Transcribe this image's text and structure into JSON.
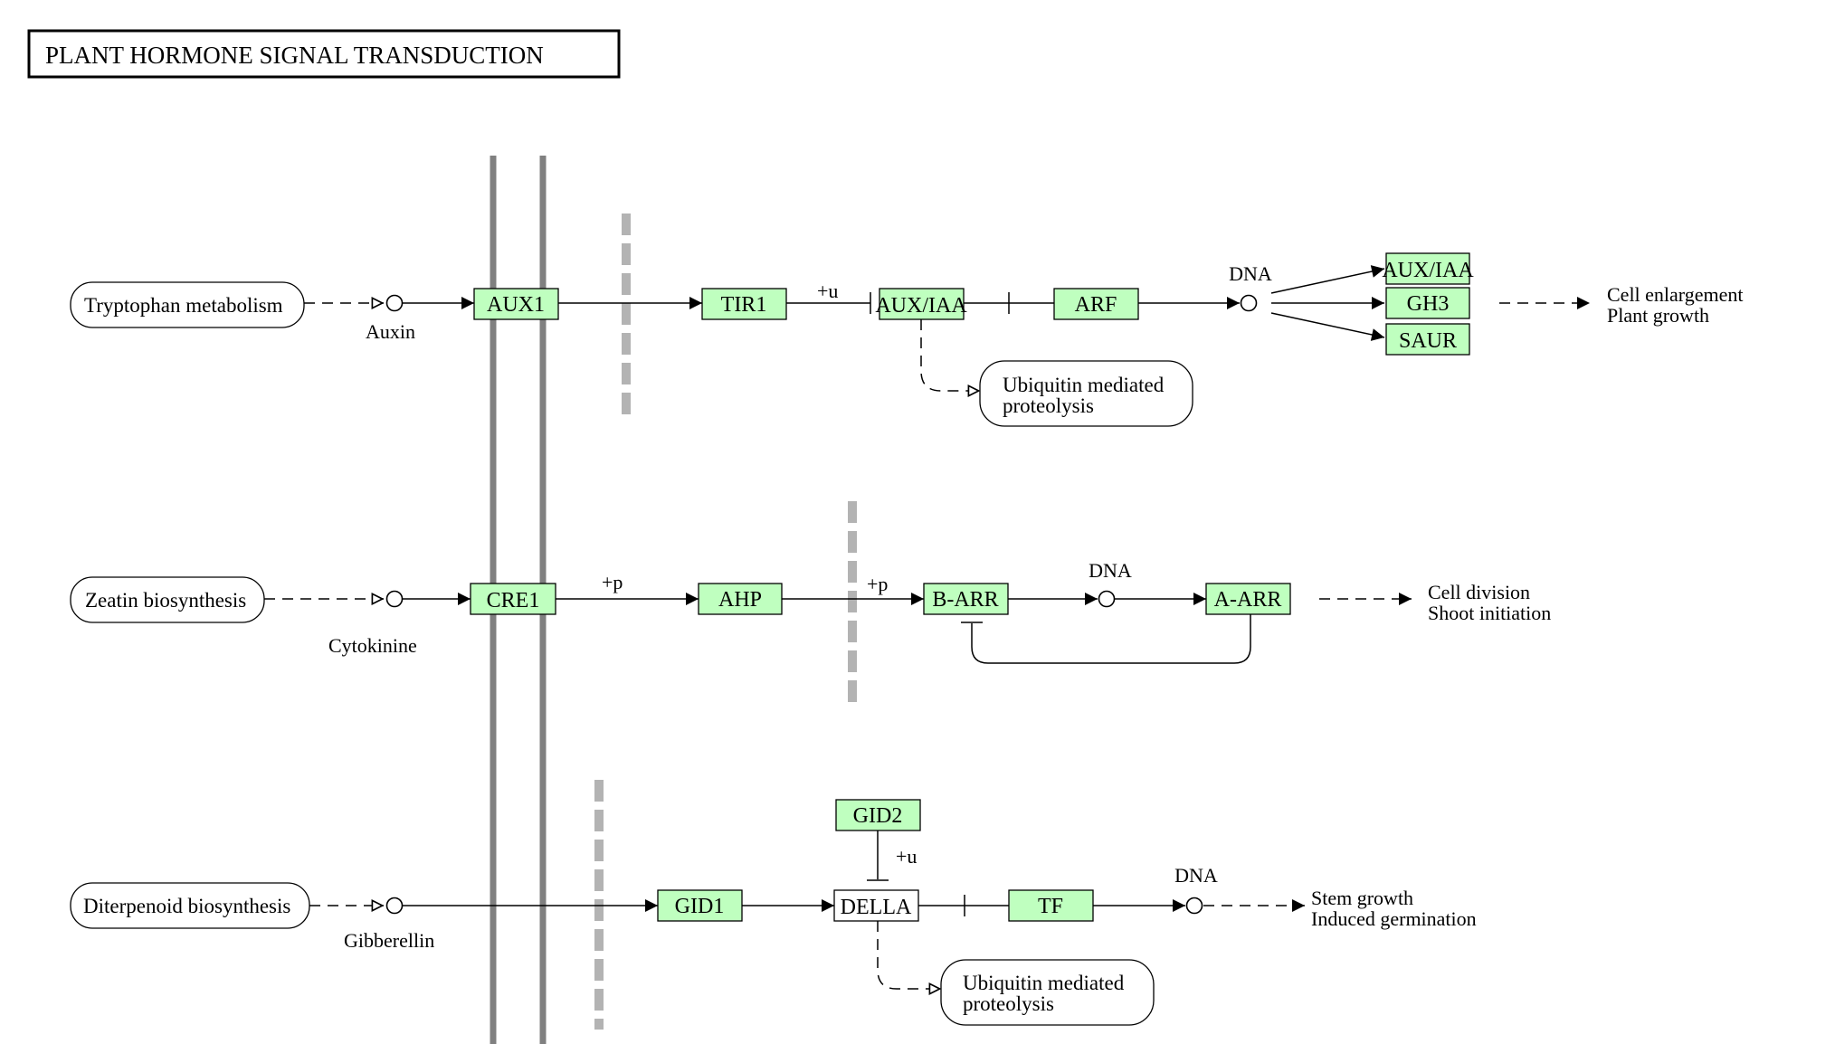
{
  "title": "PLANT HORMONE SIGNAL TRANSDUCTION",
  "pathways": {
    "trp": "Tryptophan metabolism",
    "zeatin": "Zeatin biosynthesis",
    "diterp": "Diterpenoid biosynthesis",
    "ubq1": [
      "Ubiquitin mediated",
      "proteolysis"
    ],
    "ubq2": [
      "Ubiquitin mediated",
      "proteolysis"
    ]
  },
  "compounds": {
    "auxin": "Auxin",
    "cytokinine": "Cytokinine",
    "gibberellin": "Gibberellin",
    "dna": "DNA"
  },
  "genes": {
    "aux1": "AUX1",
    "tir1": "TIR1",
    "auxiaa": "AUX/IAA",
    "arf": "ARF",
    "auxiaa_out": "AUX/IAA",
    "gh3": "GH3",
    "saur": "SAUR",
    "cre1": "CRE1",
    "ahp": "AHP",
    "barr": "B-ARR",
    "aarr": "A-ARR",
    "gid2": "GID2",
    "gid1": "GID1",
    "della": "DELLA",
    "tf": "TF"
  },
  "modifications": {
    "ubiquitination": "+u",
    "phosphorylation": "+p"
  },
  "outcomes": {
    "auxin": [
      "Cell enlargement",
      "Plant growth"
    ],
    "cytokinin": [
      "Cell division",
      "Shoot initiation"
    ],
    "gibberellin": [
      "Stem growth",
      "Induced germination"
    ]
  },
  "colors": {
    "gene_fill": "#bfffbf",
    "membrane": "#808080",
    "cell_wall": "#b3b3b3"
  }
}
